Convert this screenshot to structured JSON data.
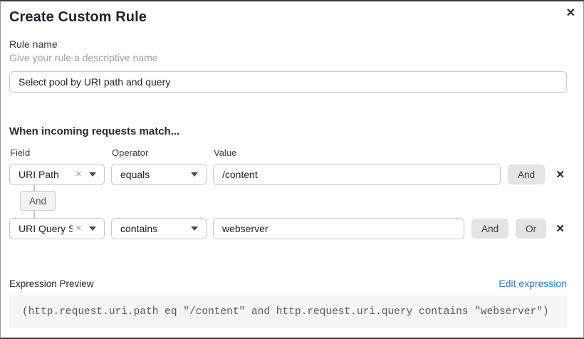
{
  "dialog": {
    "title": "Create Custom Rule"
  },
  "icons": {
    "close": "✕",
    "remove_row": "✕",
    "clear_selection": "✕"
  },
  "rule_name": {
    "label": "Rule name",
    "hint": "Give your rule a descriptive name",
    "value": "Select pool by URI path and query"
  },
  "matcher": {
    "heading": "When incoming requests match...",
    "columns": {
      "field": "Field",
      "operator": "Operator",
      "value": "Value"
    },
    "connector_label": "And",
    "rows": [
      {
        "field": "URI Path",
        "operator": "equals",
        "value": "/content",
        "buttons": [
          "And"
        ]
      },
      {
        "field": "URI Query St...",
        "operator": "contains",
        "value": "webserver",
        "buttons": [
          "And",
          "Or"
        ]
      }
    ]
  },
  "expression": {
    "label": "Expression Preview",
    "edit_link": "Edit expression",
    "code": "(http.request.uri.path eq \"/content\" and http.request.uri.query contains \"webserver\")"
  },
  "colors": {
    "link": "#2f7bbe",
    "button_bg": "#e4e4e4",
    "code_bg": "#f5f5f6",
    "border": "#c9c9c9"
  }
}
